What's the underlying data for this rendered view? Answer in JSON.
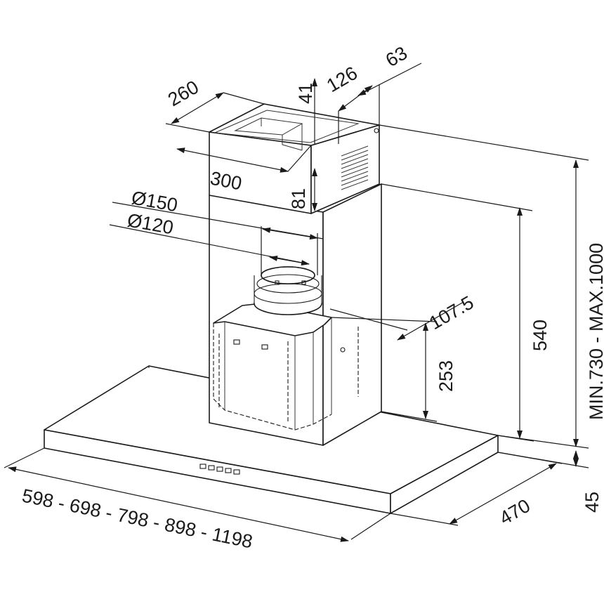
{
  "dimensions": {
    "chimney_depth": "260",
    "chimney_width": "300",
    "d41": "41",
    "d126": "126",
    "d63": "63",
    "d81": "81",
    "outlet_150": "Ø150",
    "outlet_120": "Ø120",
    "d107_5": "107.5",
    "motor_height": "253",
    "body_height": "540",
    "total_height": "MIN.730 - MAX.1000",
    "canopy_thickness": "45",
    "canopy_depth": "470",
    "widths": "598 - 698 - 798 - 898 - 1198"
  },
  "colors": {
    "line": "#1a1a1a",
    "background": "#ffffff"
  }
}
